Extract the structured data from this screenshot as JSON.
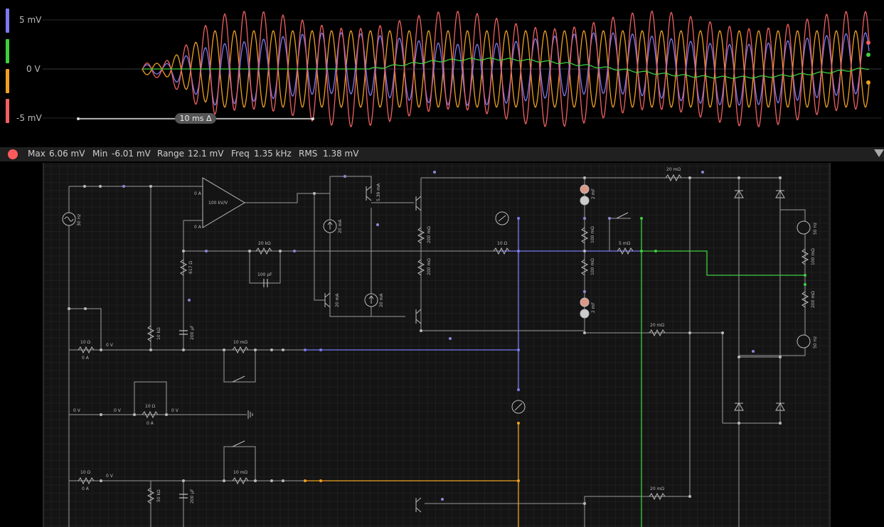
{
  "scope": {
    "y_labels": {
      "top": "5 mV",
      "mid": "0 V",
      "bottom": "-5 mV"
    },
    "channel_colors": [
      "#7b7bf0",
      "#3ecf3e",
      "#f0a020",
      "#f06060"
    ],
    "time_label": "10 ms Δ"
  },
  "stats": {
    "max_label": "Max",
    "max_value": "6.06 mV",
    "min_label": "Min",
    "min_value": "-6.01 mV",
    "range_label": "Range",
    "range_value": "12.1 mV",
    "freq_label": "Freq",
    "freq_value": "1.35 kHz",
    "rms_label": "RMS",
    "rms_value": "1.38 mV"
  },
  "circuit": {
    "labels": {
      "src_freq": "30 Hz",
      "opamp_gain": "100 kV/V",
      "opamp_in_current_top": "0 A",
      "opamp_in_current_bot": "0 A",
      "r_20k": "20 kΩ",
      "c_100p": "100 pF",
      "r_617": "617 Ω",
      "cs_20ma_a": "20 mA",
      "cs_20ma_b": "20 mA",
      "cs_20ma_c": "20 mA",
      "q_current": "5.39 mA",
      "q_current_b": "20 mA",
      "r_200m_a": "200 mΩ",
      "r_200m_b": "200 mΩ",
      "r_10_top": "10 Ω",
      "r_5m": "5 mΩ",
      "r_100m_a": "100 mΩ",
      "r_100m_b": "100 mΩ",
      "c_2m_a": "2 mF",
      "c_2m_b": "2 mF",
      "r_20m_top": "20 mΩ",
      "r_20m_mid": "20 mΩ",
      "r_20m_bot": "20 mΩ",
      "r_10k": "10 kΩ",
      "c_200u_a": "200 µF",
      "r_10m_a": "10 mΩ",
      "r_10_a": "10 Ω",
      "i_0a_a": "0 A",
      "v_0v_a": "0 V",
      "v_0v_b": "0 V",
      "v_0v_c": "0 V",
      "v_0v_d": "0 V",
      "r_10_b": "10 Ω",
      "i_0a_b": "0 A",
      "r_10_c": "10 Ω",
      "i_0a_c": "0 A",
      "v_0v_e": "0 V",
      "r_50k": "50 kΩ",
      "c_200u_b": "200 µF",
      "r_10m_b": "10 mΩ",
      "src_50hz_a": "50 Hz",
      "src_50hz_b": "50 Hz",
      "r_100m_c": "100 mΩ",
      "r_200m_c": "200 mΩ"
    }
  }
}
